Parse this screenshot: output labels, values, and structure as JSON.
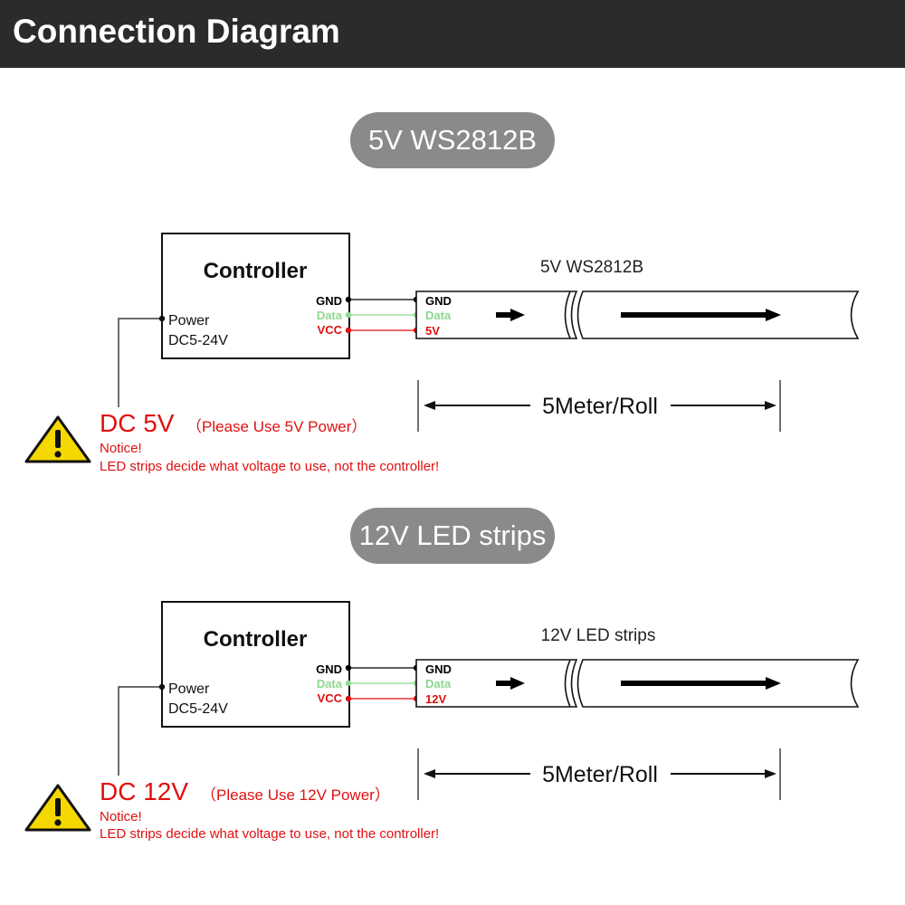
{
  "header": {
    "title": "Connection Diagram"
  },
  "section1": {
    "pill": "5V WS2812B",
    "controller_title": "Controller",
    "pin_gnd": "GND",
    "pin_data": "Data",
    "pin_vcc": "VCC",
    "power_label": "Power",
    "power_range": "DC5-24V",
    "strip_title": "5V WS2812B",
    "strip_gnd": "GND",
    "strip_data": "Data",
    "strip_vcc": "5V",
    "length": "5Meter/Roll",
    "dc_voltage": "DC 5V",
    "dc_note": "（Please Use 5V Power）",
    "notice_title": "Notice!",
    "notice_text": "LED strips decide what voltage to use, not the controller!"
  },
  "section2": {
    "pill": "12V LED strips",
    "controller_title": "Controller",
    "pin_gnd": "GND",
    "pin_data": "Data",
    "pin_vcc": "VCC",
    "power_label": "Power",
    "power_range": "DC5-24V",
    "strip_title": "12V LED strips",
    "strip_gnd": "GND",
    "strip_data": "Data",
    "strip_vcc": "12V",
    "length": "5Meter/Roll",
    "dc_voltage": "DC 12V",
    "dc_note": "（Please Use 12V Power）",
    "notice_title": "Notice!",
    "notice_text": "LED strips decide what voltage to use, not the controller!"
  },
  "colors": {
    "header_bg": "#2b2b2b",
    "pill_bg": "#8a8a8a",
    "gnd": "#000000",
    "data": "#8ed88e",
    "vcc": "#e01010",
    "warning_yellow": "#f5d800"
  }
}
